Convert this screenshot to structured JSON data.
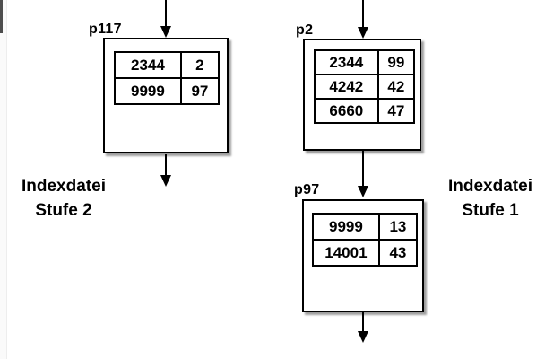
{
  "figure": {
    "type": "index-file-diagram",
    "ink_color": "#000000",
    "box_fill": "#ffffff",
    "shadow_color": "rgba(0,0,0,0.4)"
  },
  "nodes": [
    {
      "label": "p117",
      "rows": [
        [
          "2344",
          "2"
        ],
        [
          "9999",
          "97"
        ]
      ]
    },
    {
      "label": "p2",
      "rows": [
        [
          "2344",
          "99"
        ],
        [
          "4242",
          "42"
        ],
        [
          "6660",
          "47"
        ]
      ]
    },
    {
      "label": "p97",
      "rows": [
        [
          "9999",
          "13"
        ],
        [
          "14001",
          "43"
        ]
      ]
    }
  ],
  "captions": [
    {
      "line1": "Indexdatei",
      "line2": "Stufe 2"
    },
    {
      "line1": "Indexdatei",
      "line2": "Stufe 1"
    }
  ]
}
